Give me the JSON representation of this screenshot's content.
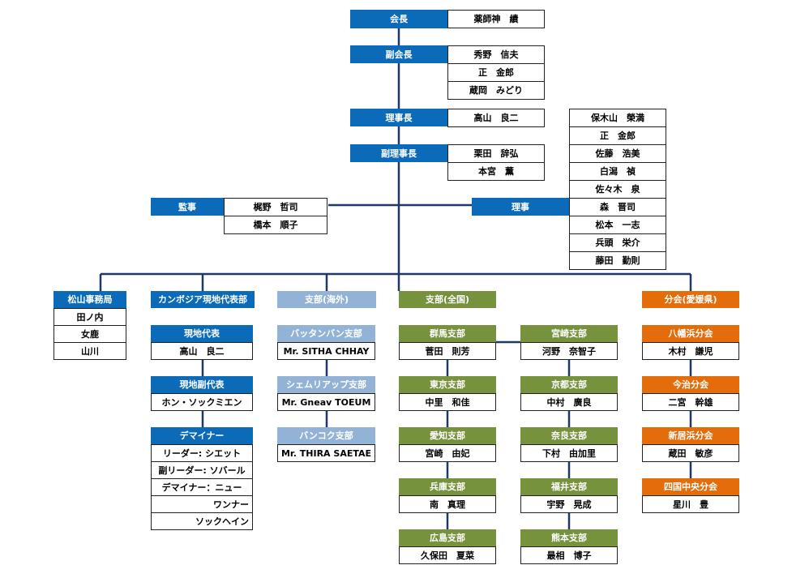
{
  "colors": {
    "blue": "#0b6bb8",
    "light_blue": "#93b3d6",
    "green": "#76923c",
    "orange": "#e46c0a",
    "line": "#1f3864"
  },
  "top": {
    "kaicho": {
      "title": "会長",
      "names": [
        "薬師神　績"
      ]
    },
    "fukukaicho": {
      "title": "副会長",
      "names": [
        "秀野　信夫",
        "正　金郎",
        "蔵岡　みどり"
      ]
    },
    "rijicho": {
      "title": "理事長",
      "names": [
        "高山　良二"
      ]
    },
    "fukurijicho": {
      "title": "副理事長",
      "names": [
        "栗田　辞弘",
        "本宮　薫"
      ]
    },
    "kanji": {
      "title": "監事",
      "names": [
        "梶野　哲司",
        "橋本　順子"
      ]
    },
    "riji": {
      "title": "理事",
      "names": [
        "保木山　榮満",
        "正　金郎",
        "佐藤　浩美",
        "白潟　禎",
        "佐々木　泉",
        "森　晋司",
        "松本　一志",
        "兵頭　栄介",
        "藤田　勤則"
      ]
    }
  },
  "branches": {
    "matsuyama": {
      "title": "松山事務局",
      "names": [
        "田ノ内",
        "女鹿",
        "山川"
      ]
    },
    "cambodia": {
      "title": "カンボジア現地代表部",
      "rep": {
        "title": "現地代表",
        "names": [
          "高山　良二"
        ]
      },
      "subrep": {
        "title": "現地副代表",
        "names": [
          "ホン・ソックミエン"
        ]
      },
      "deminer": {
        "title": "デマイナー",
        "names": [
          "リーダー: シエット",
          "副リーダー: ソバール",
          "デマイナー：ニュー",
          "ワンナー",
          "ソックヘイン"
        ]
      }
    },
    "overseas": {
      "title": "支部(海外)",
      "items": [
        {
          "title": "バッタンバン支部",
          "name": "Mr. SITHA CHHAY"
        },
        {
          "title": "シェムリアップ支部",
          "name": "Mr. Gneav TOEUM"
        },
        {
          "title": "バンコク支部",
          "name": "Mr. THIRA SAETAE"
        }
      ]
    },
    "national": {
      "title": "支部(全国)",
      "col1": [
        {
          "title": "群馬支部",
          "name": "菅田　則芳"
        },
        {
          "title": "東京支部",
          "name": "中里　和佳"
        },
        {
          "title": "愛知支部",
          "name": "宮崎　由妃"
        },
        {
          "title": "兵庫支部",
          "name": "南　真理"
        },
        {
          "title": "広島支部",
          "name": "久保田　夏菜"
        }
      ],
      "col2": [
        {
          "title": "宮崎支部",
          "name": "河野　奈智子"
        },
        {
          "title": "京都支部",
          "name": "中村　廣良"
        },
        {
          "title": "奈良支部",
          "name": "下村　由加里"
        },
        {
          "title": "福井支部",
          "name": "宇野　晃成"
        },
        {
          "title": "熊本支部",
          "name": "最相　博子"
        }
      ]
    },
    "ehime": {
      "title": "分会(愛媛県)",
      "items": [
        {
          "title": "八幡浜分会",
          "name": "木村　謙児"
        },
        {
          "title": "今治分会",
          "name": "二宮　幹雄"
        },
        {
          "title": "新居浜分会",
          "name": "蔵田　敏彦"
        },
        {
          "title": "四国中央分会",
          "name": "星川　豊"
        }
      ]
    }
  }
}
